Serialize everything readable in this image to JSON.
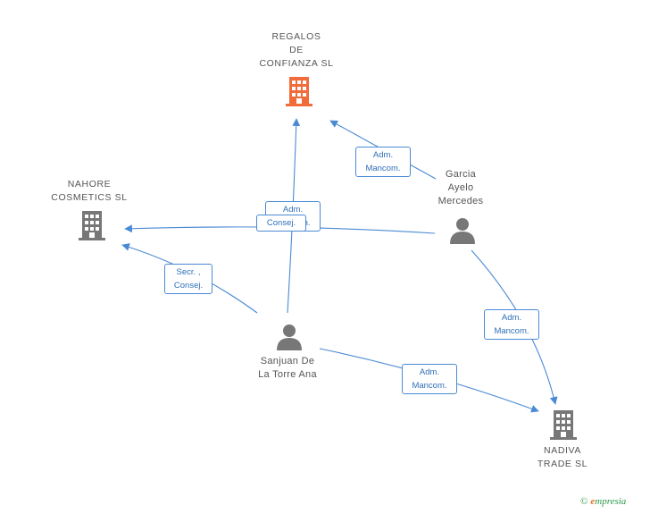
{
  "nodes": {
    "regalos": {
      "label": "REGALOS\nDE\nCONFIANZA SL",
      "kind": "company",
      "highlight": true
    },
    "nahore": {
      "label": "NAHORE\nCOSMETICS SL",
      "kind": "company"
    },
    "nadiva": {
      "label": "NADIVA\nTRADE SL",
      "kind": "company"
    },
    "garcia": {
      "label": "Garcia\nAyelo\nMercedes",
      "kind": "person"
    },
    "sanjuan": {
      "label": "Sanjuan De\nLa Torre Ana",
      "kind": "person"
    }
  },
  "edges": {
    "garcia_regalos": {
      "label": "Adm.\nMancom."
    },
    "sanjuan_regalos": {
      "label": "Adm.\nMancom."
    },
    "garcia_nahore": {
      "label": "Consej."
    },
    "sanjuan_nahore": {
      "label": "Secr. ,\nConsej."
    },
    "garcia_nadiva": {
      "label": "Adm.\nMancom."
    },
    "sanjuan_nadiva": {
      "label": "Adm.\nMancom."
    }
  },
  "colors": {
    "highlight_company": "#f26b3a",
    "company": "#777777",
    "person": "#777777",
    "edge": "#4a8ad4"
  },
  "footer": {
    "copyright": "©",
    "brand_initial": "e",
    "brand_rest": "mpresia"
  }
}
